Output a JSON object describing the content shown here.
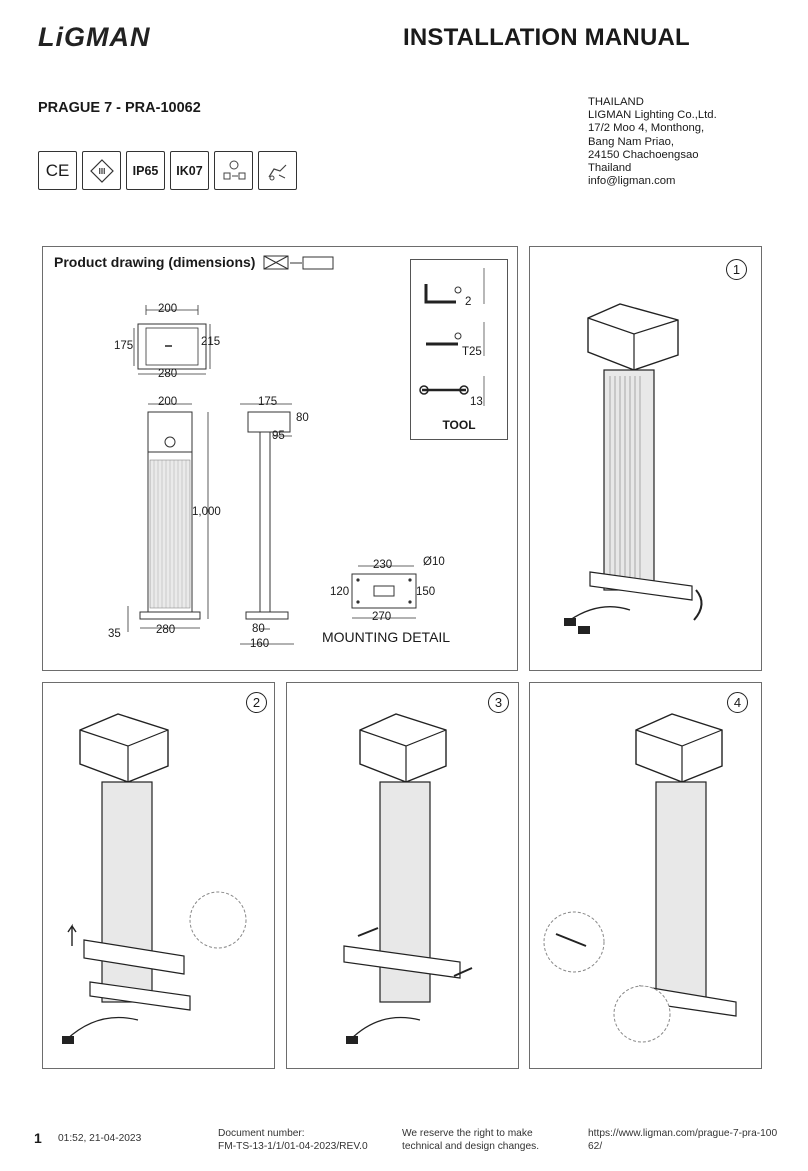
{
  "header": {
    "brand": "LiGMAN",
    "title": "INSTALLATION MANUAL"
  },
  "product": {
    "model": "PRAGUE 7 - PRA-10062"
  },
  "address": [
    "THAILAND",
    "LIGMAN Lighting Co.,Ltd.",
    "17/2 Moo 4, Monthong,",
    "Bang Nam Priao,",
    "24150 Chachoengsao",
    "Thailand",
    "info@ligman.com"
  ],
  "certifications": [
    {
      "icon": "ce-mark-icon",
      "label": "CE"
    },
    {
      "icon": "class-iii-icon",
      "label": "III"
    },
    {
      "icon": "ip-rating-icon",
      "label": "IP65"
    },
    {
      "icon": "ik-rating-icon",
      "label": "IK07"
    },
    {
      "icon": "electrician-install-icon",
      "label": ""
    },
    {
      "icon": "recycle-disposal-icon",
      "label": ""
    }
  ],
  "drawing": {
    "title": "Product drawing (dimensions)",
    "top_view": {
      "width": "200",
      "depth": "175",
      "outer_depth": "215",
      "outer_width": "280"
    },
    "front_view": {
      "top": "200",
      "height": "1,000",
      "base_height": "35",
      "base_width": "280"
    },
    "side_view": {
      "top": "175",
      "head": "80",
      "offset": "95",
      "pole": "80",
      "base": "160"
    },
    "mounting": {
      "holes": "230",
      "hole_dia": "Ø10",
      "height": "120",
      "outer_h": "150",
      "outer_w": "270",
      "label": "MOUNTING DETAIL"
    },
    "tools": {
      "hex": "2",
      "torx": "T25",
      "wrench": "13",
      "label": "TOOL"
    }
  },
  "steps": [
    "1",
    "2",
    "3",
    "4"
  ],
  "footer": {
    "page": "1",
    "datetime": "01:52, 21-04-2023",
    "doc_number_label": "Document number:",
    "doc_number": "FM-TS-13-1/1/01-04-2023/REV.0",
    "rights_1": "We reserve the right to make",
    "rights_2": "technical and design changes.",
    "url_1": "https://www.ligman.com/prague-7-pra-100",
    "url_2": "62/"
  }
}
